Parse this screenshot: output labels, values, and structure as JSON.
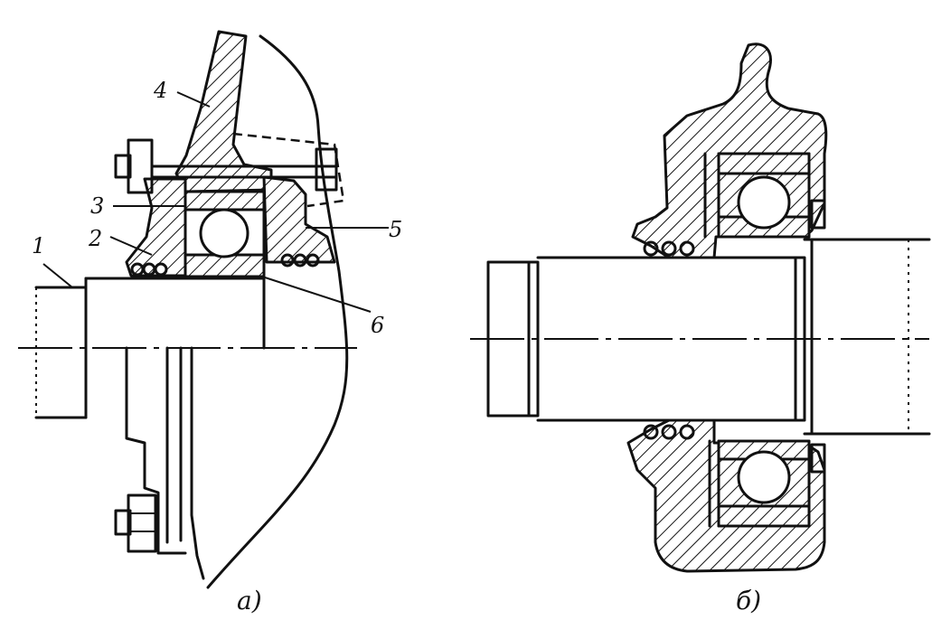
{
  "figure": {
    "part_labels": [
      "1",
      "2",
      "3",
      "4",
      "5",
      "6"
    ],
    "captions": {
      "left": "а)",
      "right": "б)"
    }
  }
}
